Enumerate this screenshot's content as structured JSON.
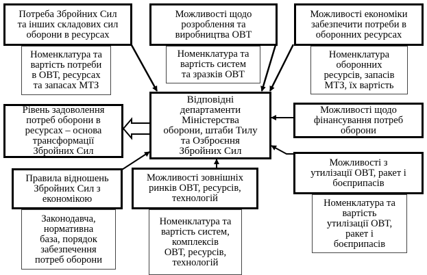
{
  "center": {
    "label": "Відповідні\nдепартаменти\nМіністерства\nоборони, штаби Тилу\nта Озброєння\nЗбройних Сил"
  },
  "top_left": {
    "label": "Потреба Збройних Сил\nта інших складових сил\nоборони в ресурсах",
    "detail": "Номенклатура та\nвартість потреби\nв ОВТ, ресурсах\nта запасах МТЗ"
  },
  "top_center": {
    "label": "Можливості щодо\nрозроблення та\nвиробництва ОВТ",
    "detail": "Номенклатура та\nвартість систем\nта зразків ОВТ"
  },
  "top_right": {
    "label": "Можливості економіки\nзабезпечити потреби в\nоборонних ресурсах",
    "detail": "Номенклатура\nоборонних\nресурсів, запасів\nМТЗ, їх вартість"
  },
  "left_output": {
    "label": "Рівень задоволення\nпотреб оборони в\nресурсах – основа\nтрансформації\nЗбройних Сил"
  },
  "right_finance": {
    "label": "Можливості щодо\nфінансування потреб\nоборони"
  },
  "right_disposal": {
    "label": "Можливості з\nутилізації ОВТ, ракет і\nбоєприпасів",
    "detail": "Номенклатура та\nвартість\nутилізації ОВТ,\nракет і\nбоєприпасів"
  },
  "bottom_left": {
    "label": "Правила відношень\nЗбройних Сил  з\nекономікою",
    "detail": "Законодавча,\nнормативна\nбаза, порядок\nзабезпечення\nпотреб оборони"
  },
  "bottom_center": {
    "label": "Можливості зовнішніх\nринків ОВТ, ресурсів,\nтехнологій",
    "detail": "Номенклатура та\nвартість систем,\nкомплексів\nОВТ, ресурсів,\nтехнологій"
  }
}
